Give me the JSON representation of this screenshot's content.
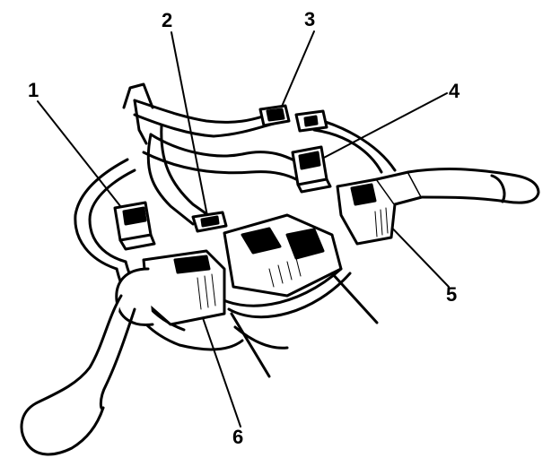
{
  "diagram": {
    "callouts": [
      {
        "id": "1",
        "label": "1"
      },
      {
        "id": "2",
        "label": "2"
      },
      {
        "id": "3",
        "label": "3"
      },
      {
        "id": "4",
        "label": "4"
      },
      {
        "id": "5",
        "label": "5"
      },
      {
        "id": "6",
        "label": "6"
      }
    ],
    "colors": {
      "ink": "#000000",
      "paper": "#ffffff"
    }
  }
}
